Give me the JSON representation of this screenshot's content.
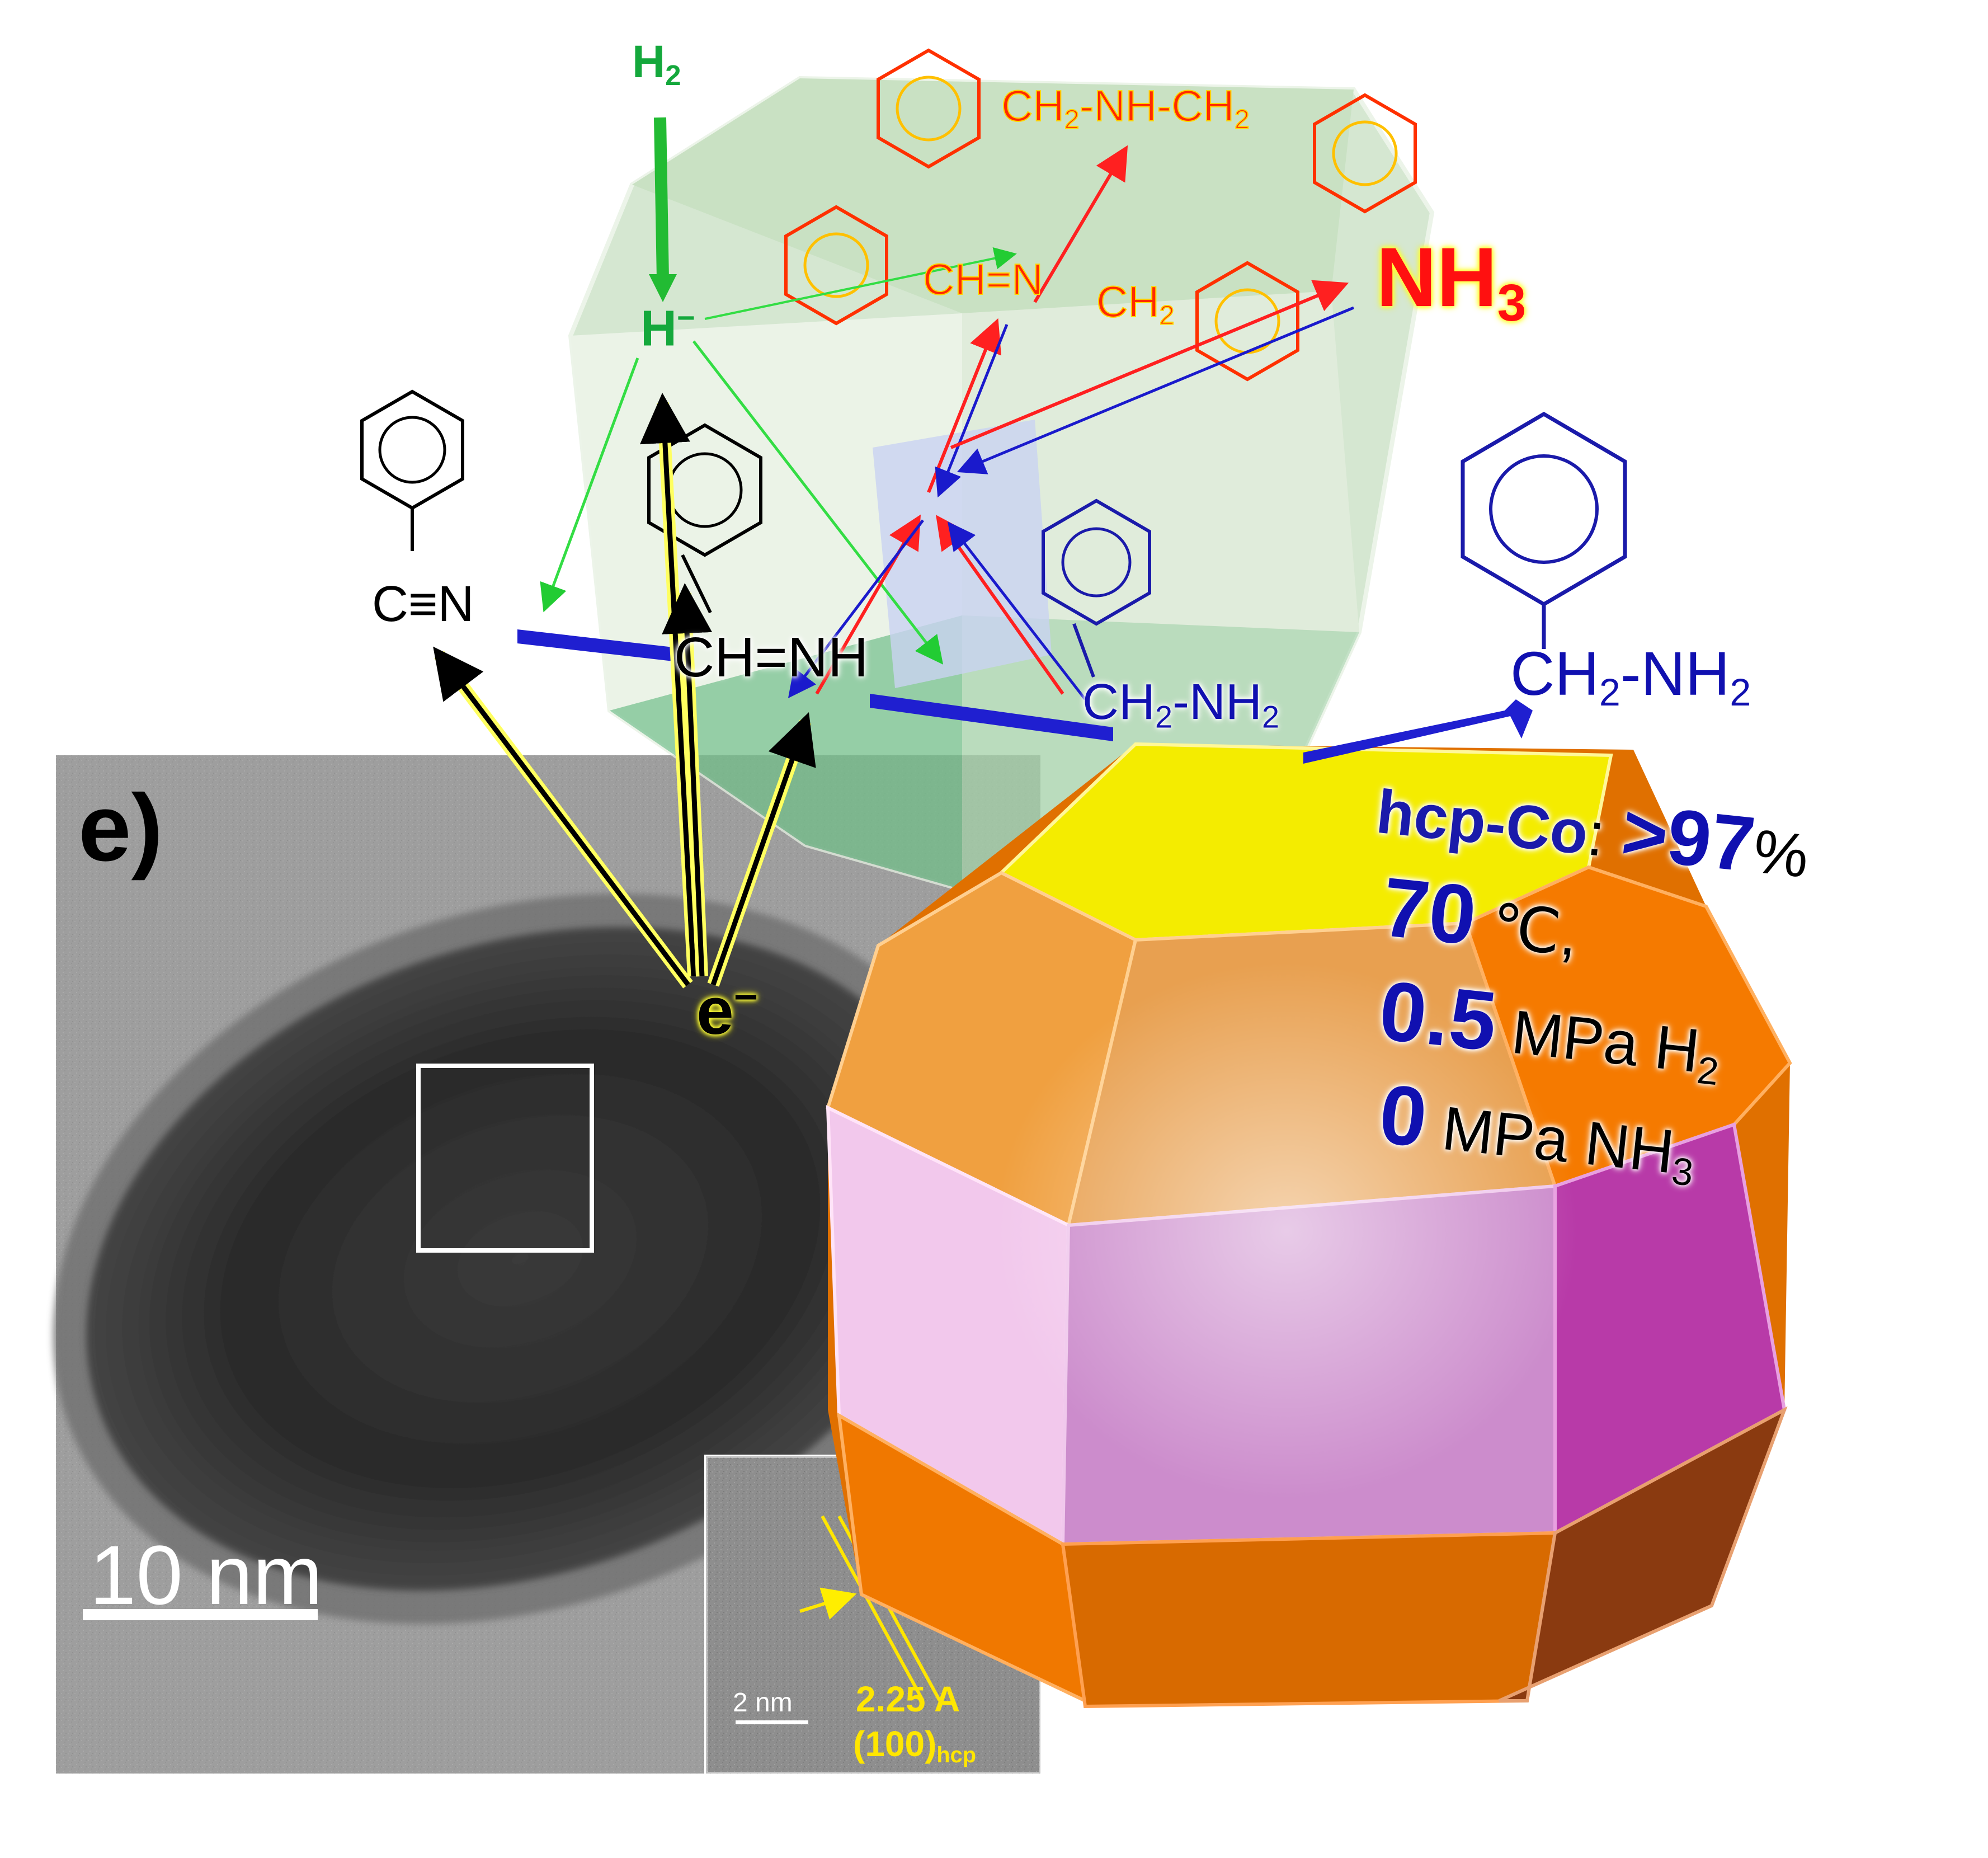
{
  "panel_label": "e)",
  "scale_bar": {
    "main": "10 nm",
    "inset": "2 nm"
  },
  "inset": {
    "spacing": "2.25 A",
    "plane": "(100)",
    "plane_sub": "hcp"
  },
  "species": {
    "h2": {
      "main": "H",
      "sub": "2"
    },
    "hydride": {
      "main": "H",
      "sup": "−"
    },
    "electron": {
      "main": "e",
      "sup": "−"
    },
    "nitrile": "C≡N",
    "imine": "CH=NH",
    "amine_small": {
      "pre": "CH",
      "sub1": "2",
      "post": "-NH",
      "sub2": "2"
    },
    "amine_product": {
      "pre": "CH",
      "sub1": "2",
      "post": "-NH",
      "sub2": "2"
    },
    "secondary_imine": {
      "a": "CH=N",
      "b": "CH",
      "sub": "2"
    },
    "dibenzylamine": {
      "pre": "CH",
      "sub1": "2",
      "mid": "-NH-CH",
      "sub2": "2"
    },
    "ammonia": {
      "main": "NH",
      "sub": "3"
    }
  },
  "conditions": {
    "catalyst": "hcp-Co",
    "colon": ":",
    "selectivity": ">97",
    "percent": "%",
    "temperature_value": "70",
    "temperature_unit": "℃,",
    "h2_value": "0.5",
    "h2_unit": "MPa H",
    "h2_sub": "2",
    "nh3_value": "0",
    "nh3_unit": "MPa NH",
    "nh3_sub": "3"
  },
  "colors": {
    "black": "#000000",
    "blue": "#1010b0",
    "red": "#ff1010",
    "green": "#14a83c",
    "yellow": "#ffe600",
    "orange": "#ff7f00",
    "pink": "#e8a6e0",
    "magenta": "#c03cb0"
  }
}
